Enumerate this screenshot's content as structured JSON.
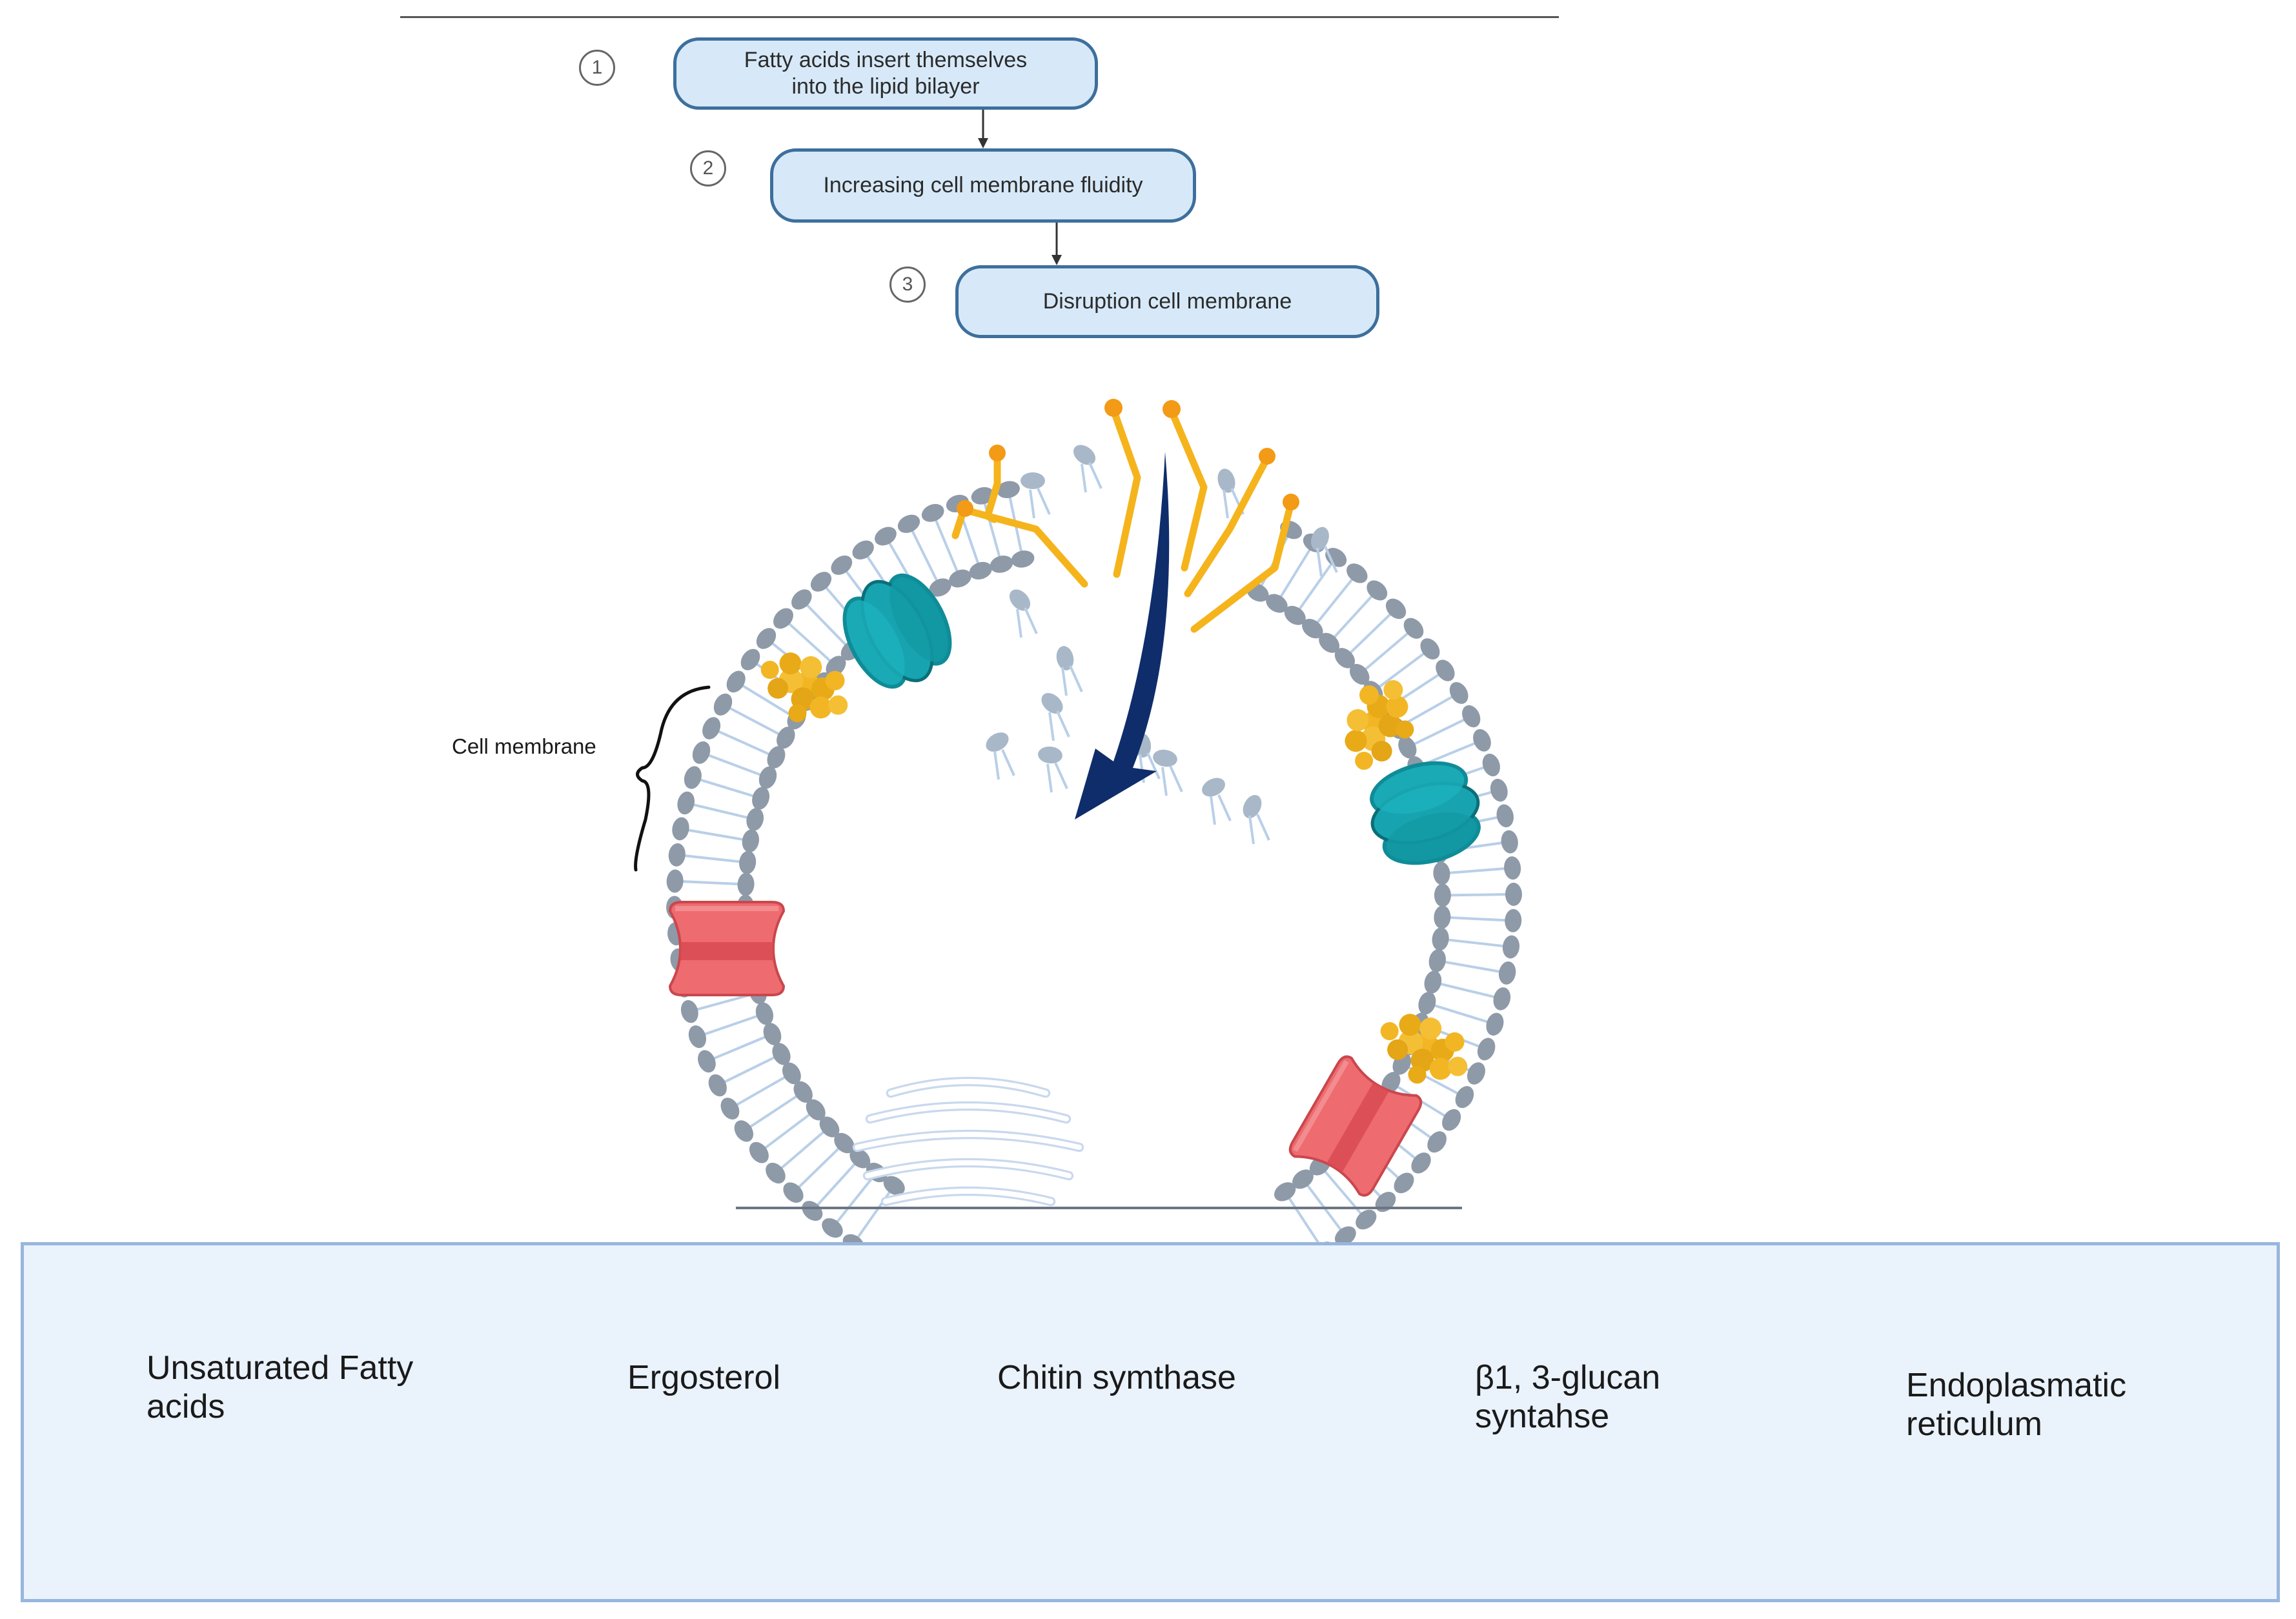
{
  "steps": [
    {
      "number": "1",
      "text": "Fatty acids insert themselves\ninto the lipid bilayer"
    },
    {
      "number": "2",
      "text": "Increasing cell membrane fluidity"
    },
    {
      "number": "3",
      "text": "Disruption cell membrane"
    }
  ],
  "membrane_label": "Cell membrane",
  "legend": {
    "fatty_acids": "Unsaturated Fatty\nacids",
    "ergosterol": "Ergosterol",
    "chitin": "Chitin symthase",
    "glucan": "β1, 3-glucan\nsyntahse",
    "er": "Endoplasmatic\nreticulum"
  },
  "colors": {
    "fatty_acid": "#f5b41c",
    "ergosterol": "#f2b624",
    "chitin": "#ef6a6f",
    "glucan": "#17a4b0",
    "lipid_head": "#8e9aa8",
    "lipid_tail": "#b9cfe8",
    "arrow": "#0f2d6b",
    "box_fill": "#d7e9f8",
    "box_border": "#3d6f9d",
    "legend_fill": "#eaf2fc",
    "legend_border": "#98b6de"
  }
}
